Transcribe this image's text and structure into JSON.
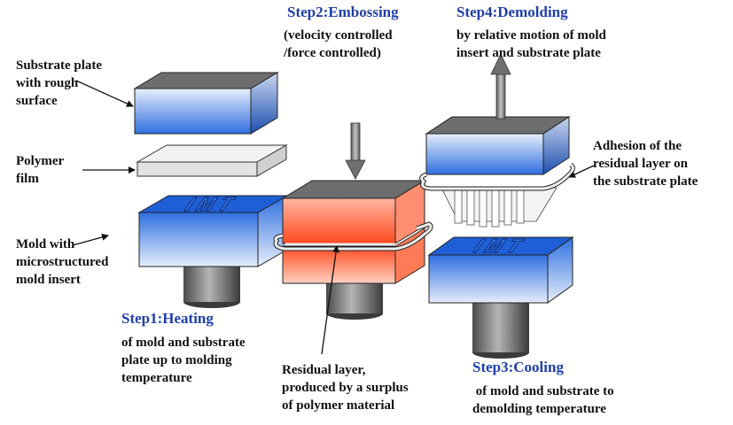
{
  "colors": {
    "step_title": "#1f3fa8",
    "label_text": "#111111",
    "plate_blue": "#2f6fe0",
    "heated_red": "#ff4a1e",
    "block_top_gray": "#6d6d6d",
    "polymer_film": "#f2f2f2",
    "pillar_gray": "#7a7a7a"
  },
  "icons": {
    "embossing_arrow": "arrow-down-icon",
    "demolding_arrow": "arrow-up-icon"
  },
  "steps": {
    "step1": {
      "title": "Step1:Heating",
      "lines": [
        "of mold and substrate",
        "plate up to molding",
        "temperature"
      ]
    },
    "step2": {
      "title": "Step2:Embossing",
      "lines": [
        "(velocity controlled",
        "/force controlled)"
      ]
    },
    "step3": {
      "title": "Step3:Cooling",
      "lines": [
        " of mold and substrate to",
        "demolding temperature"
      ]
    },
    "step4": {
      "title": "Step4:Demolding",
      "lines": [
        "by relative motion of mold",
        "insert and substrate plate"
      ]
    }
  },
  "callouts": {
    "substrate": [
      "Substrate plate",
      "with rough",
      "surface"
    ],
    "polymer": [
      "Polymer",
      "film"
    ],
    "mold": [
      "Mold with",
      "microstructured",
      "mold insert"
    ],
    "residual": [
      "Residual layer,",
      "produced by a surplus",
      "of polymer material"
    ],
    "adhesion": [
      "Adhesion of the",
      "residual layer on",
      "the substrate plate"
    ]
  },
  "mold_text": "IMT"
}
